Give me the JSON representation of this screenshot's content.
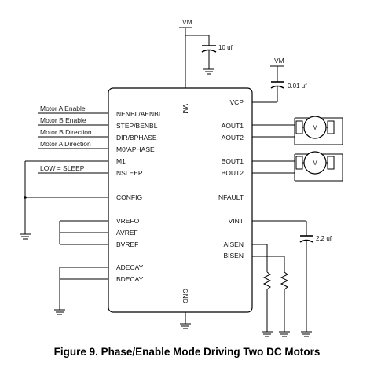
{
  "chip": {
    "left_pins": [
      "NENBL/AENBL",
      "STEP/BENBL",
      "DIR/BPHASE",
      "M0/APHASE",
      "M1",
      "NSLEEP",
      "CONFIG",
      "VREFO",
      "AVREF",
      "BVREF",
      "ADECAY",
      "BDECAY"
    ],
    "right_pins": [
      "VCP",
      "AOUT1",
      "AOUT2",
      "BOUT1",
      "BOUT2",
      "NFAULT",
      "VINT",
      "AISEN",
      "BISEN"
    ],
    "top_pin": "VM",
    "bottom_pin": "GND"
  },
  "inputs": [
    "Motor A Enable",
    "Motor B Enable",
    "Motor B Direction",
    "Motor A Direction",
    "LOW = SLEEP"
  ],
  "supply": {
    "vm_main": "VM",
    "vm_vcp": "VM"
  },
  "capacitors": {
    "vm_cap": "10 uf",
    "vcp_cap": "0.01 uf",
    "vint_cap": "2.2 uf"
  },
  "motors": {
    "motor_a": "M",
    "motor_b": "M"
  },
  "caption": "Figure 9.  Phase/Enable Mode Driving Two DC Motors"
}
